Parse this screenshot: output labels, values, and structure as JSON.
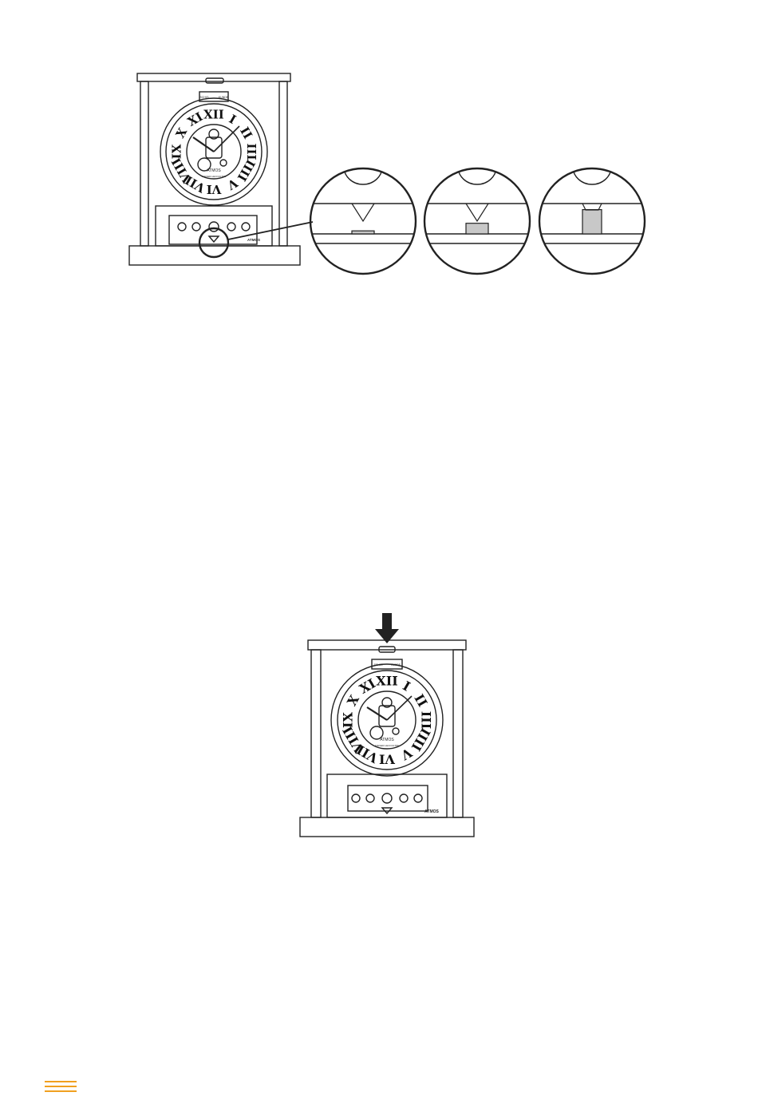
{
  "colors": {
    "ink": "#222222",
    "gauge_fill": "#c8c8c8",
    "footer_accent": "#f0a020"
  },
  "clock": {
    "brand_label": "ATMOS",
    "dial_small_text": "JAEGER-LECOULTRE",
    "selector_left": "SCHIG",
    "selector_right": "KUNDE",
    "numerals": [
      "XII",
      "I",
      "II",
      "III",
      "IIII",
      "V",
      "VI",
      "VII",
      "VIII",
      "IX",
      "X",
      "XI"
    ]
  },
  "gauge_levels": [
    0.1,
    0.35,
    0.8
  ],
  "icons": {
    "arrow": "down-arrow-icon",
    "footer": "menu-lines-icon"
  }
}
